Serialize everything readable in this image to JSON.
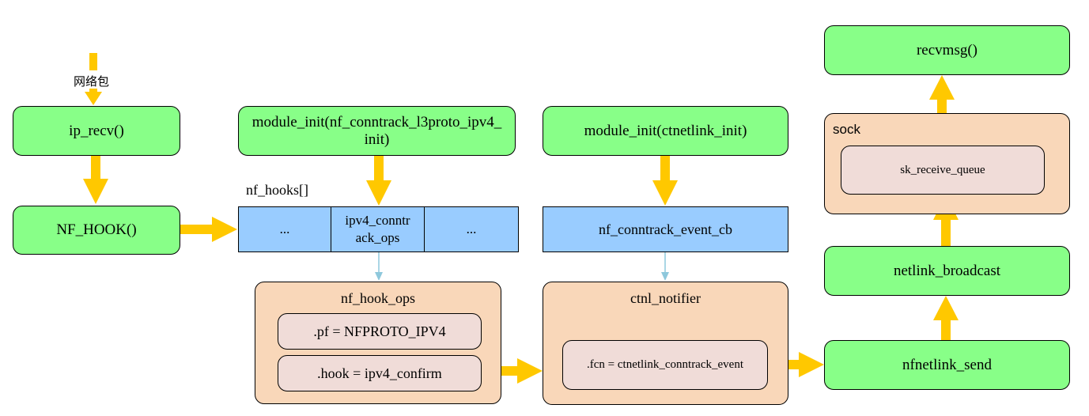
{
  "input": {
    "label": "网络包"
  },
  "ip_recv": {
    "label": "ip_recv()"
  },
  "nf_hook": {
    "label": "NF_HOOK()"
  },
  "module_init_ipv4": {
    "label": "module_init(nf_conntrack_l3proto_ipv4_ init)"
  },
  "nf_hooks": {
    "title": "nf_hooks[]",
    "cells": [
      "...",
      "ipv4_conntr ack_ops",
      "..."
    ]
  },
  "nf_hook_ops": {
    "title": "nf_hook_ops",
    "fields": [
      ".pf = NFPROTO_IPV4",
      ".hook = ipv4_confirm"
    ]
  },
  "module_init_ctnetlink": {
    "label": "module_init(ctnetlink_init)"
  },
  "nf_conntrack_event_cb": {
    "label": "nf_conntrack_event_cb"
  },
  "ctnl_notifier": {
    "title": "ctnl_notifier",
    "field": ".fcn = ctnetlink_conntrack_event"
  },
  "nfnetlink_send": {
    "label": "nfnetlink_send"
  },
  "netlink_broadcast": {
    "label": "netlink_broadcast"
  },
  "sock": {
    "title": "sock",
    "field": "sk_receive_queue"
  },
  "recvmsg": {
    "label": "recvmsg()"
  },
  "colors": {
    "function_node": "#88ff88",
    "array_node": "#99ccff",
    "struct_node": "#f9d7b9",
    "field_node": "#f0dcd8",
    "thick_arrow": "#ffc800",
    "thin_arrow": "#8ec8dc"
  }
}
